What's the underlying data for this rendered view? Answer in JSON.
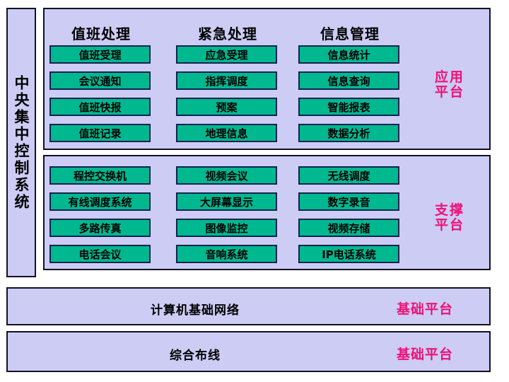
{
  "sidebar": {
    "label": "中央集中控制系统"
  },
  "panels": [
    {
      "id": "app",
      "platform_tag_line1": "应用",
      "platform_tag_line2": "平台",
      "columns": [
        {
          "header": "值班处理",
          "items": [
            "值班受理",
            "会议通知",
            "值班快报",
            "值班记录"
          ]
        },
        {
          "header": "紧急处理",
          "items": [
            "应急受理",
            "指挥调度",
            "预案",
            "地理信息"
          ]
        },
        {
          "header": "信息管理",
          "items": [
            "信息统计",
            "信息查询",
            "智能报表",
            "数据分析"
          ]
        }
      ]
    },
    {
      "id": "support",
      "platform_tag_line1": "支撑",
      "platform_tag_line2": "平台",
      "columns": [
        {
          "header": "",
          "items": [
            "程控交换机",
            "有线调度系统",
            "多路传真",
            "电话会议"
          ]
        },
        {
          "header": "",
          "items": [
            "视频会议",
            "大屏幕显示",
            "图像监控",
            "音响系统"
          ]
        },
        {
          "header": "",
          "items": [
            "无线调度",
            "数字录音",
            "视频存储",
            "IP电话系统"
          ]
        }
      ]
    }
  ],
  "bottom_bars": [
    {
      "title": "计算机基础网络",
      "tag": "基础平台"
    },
    {
      "title": "综合布线",
      "tag": "基础平台"
    }
  ],
  "colors": {
    "panel_background": "#ccccf5",
    "item_green": "#00b890",
    "item_border": "#12224e",
    "outline": "#111122",
    "platform_tag": "#ee1175",
    "page_background": "#ffffff"
  }
}
